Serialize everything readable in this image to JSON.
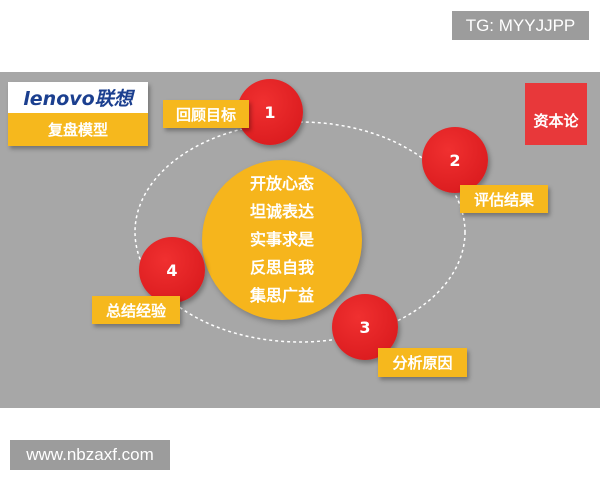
{
  "watermark_top": "TG: MYYJJPP",
  "watermark_bottom": "www.nbzaxf.com",
  "brand": {
    "logo_text": "lenovo联想",
    "subtitle": "复盘模型"
  },
  "corner_logo": "资本论",
  "center_lines": [
    "开放心态",
    "坦诚表达",
    "实事求是",
    "反思自我",
    "集思广益"
  ],
  "steps": [
    {
      "number": "1",
      "label": "回顾目标"
    },
    {
      "number": "2",
      "label": "评估结果"
    },
    {
      "number": "3",
      "label": "分析原因"
    },
    {
      "number": "4",
      "label": "总结经验"
    }
  ],
  "colors": {
    "panel": "#a7a7a7",
    "yellow": "#f6b81d",
    "red": "#e01e22",
    "lenovo_blue": "#1b3f8f"
  }
}
